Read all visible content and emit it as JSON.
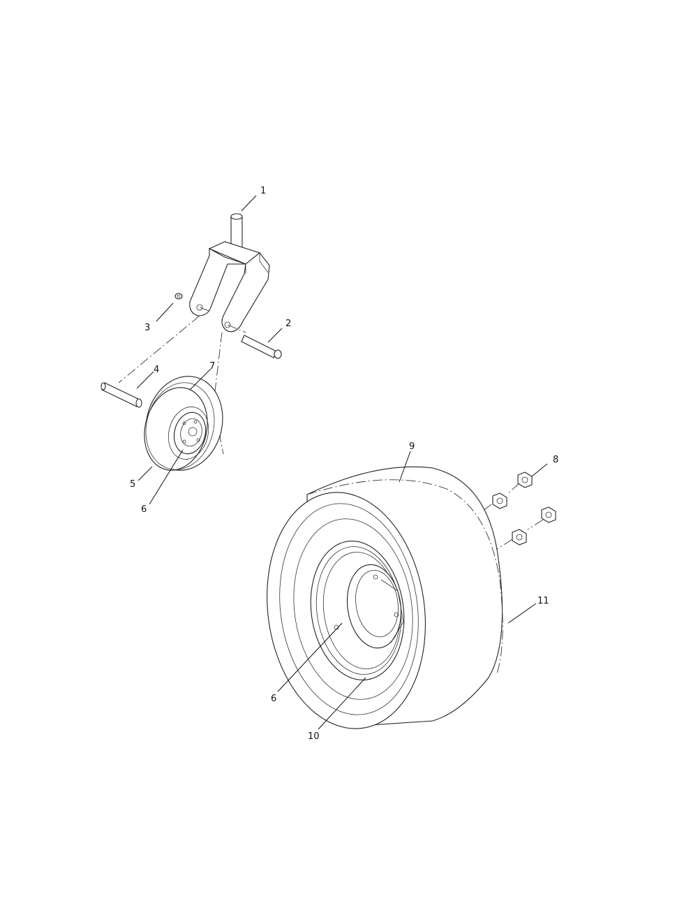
{
  "callouts": {
    "c1": "1",
    "c2": "2",
    "c3": "3",
    "c4": "4",
    "c5": "5",
    "c6a": "6",
    "c7": "7",
    "c8": "8",
    "c9": "9",
    "c6b": "6",
    "c10": "10",
    "c11": "11"
  }
}
